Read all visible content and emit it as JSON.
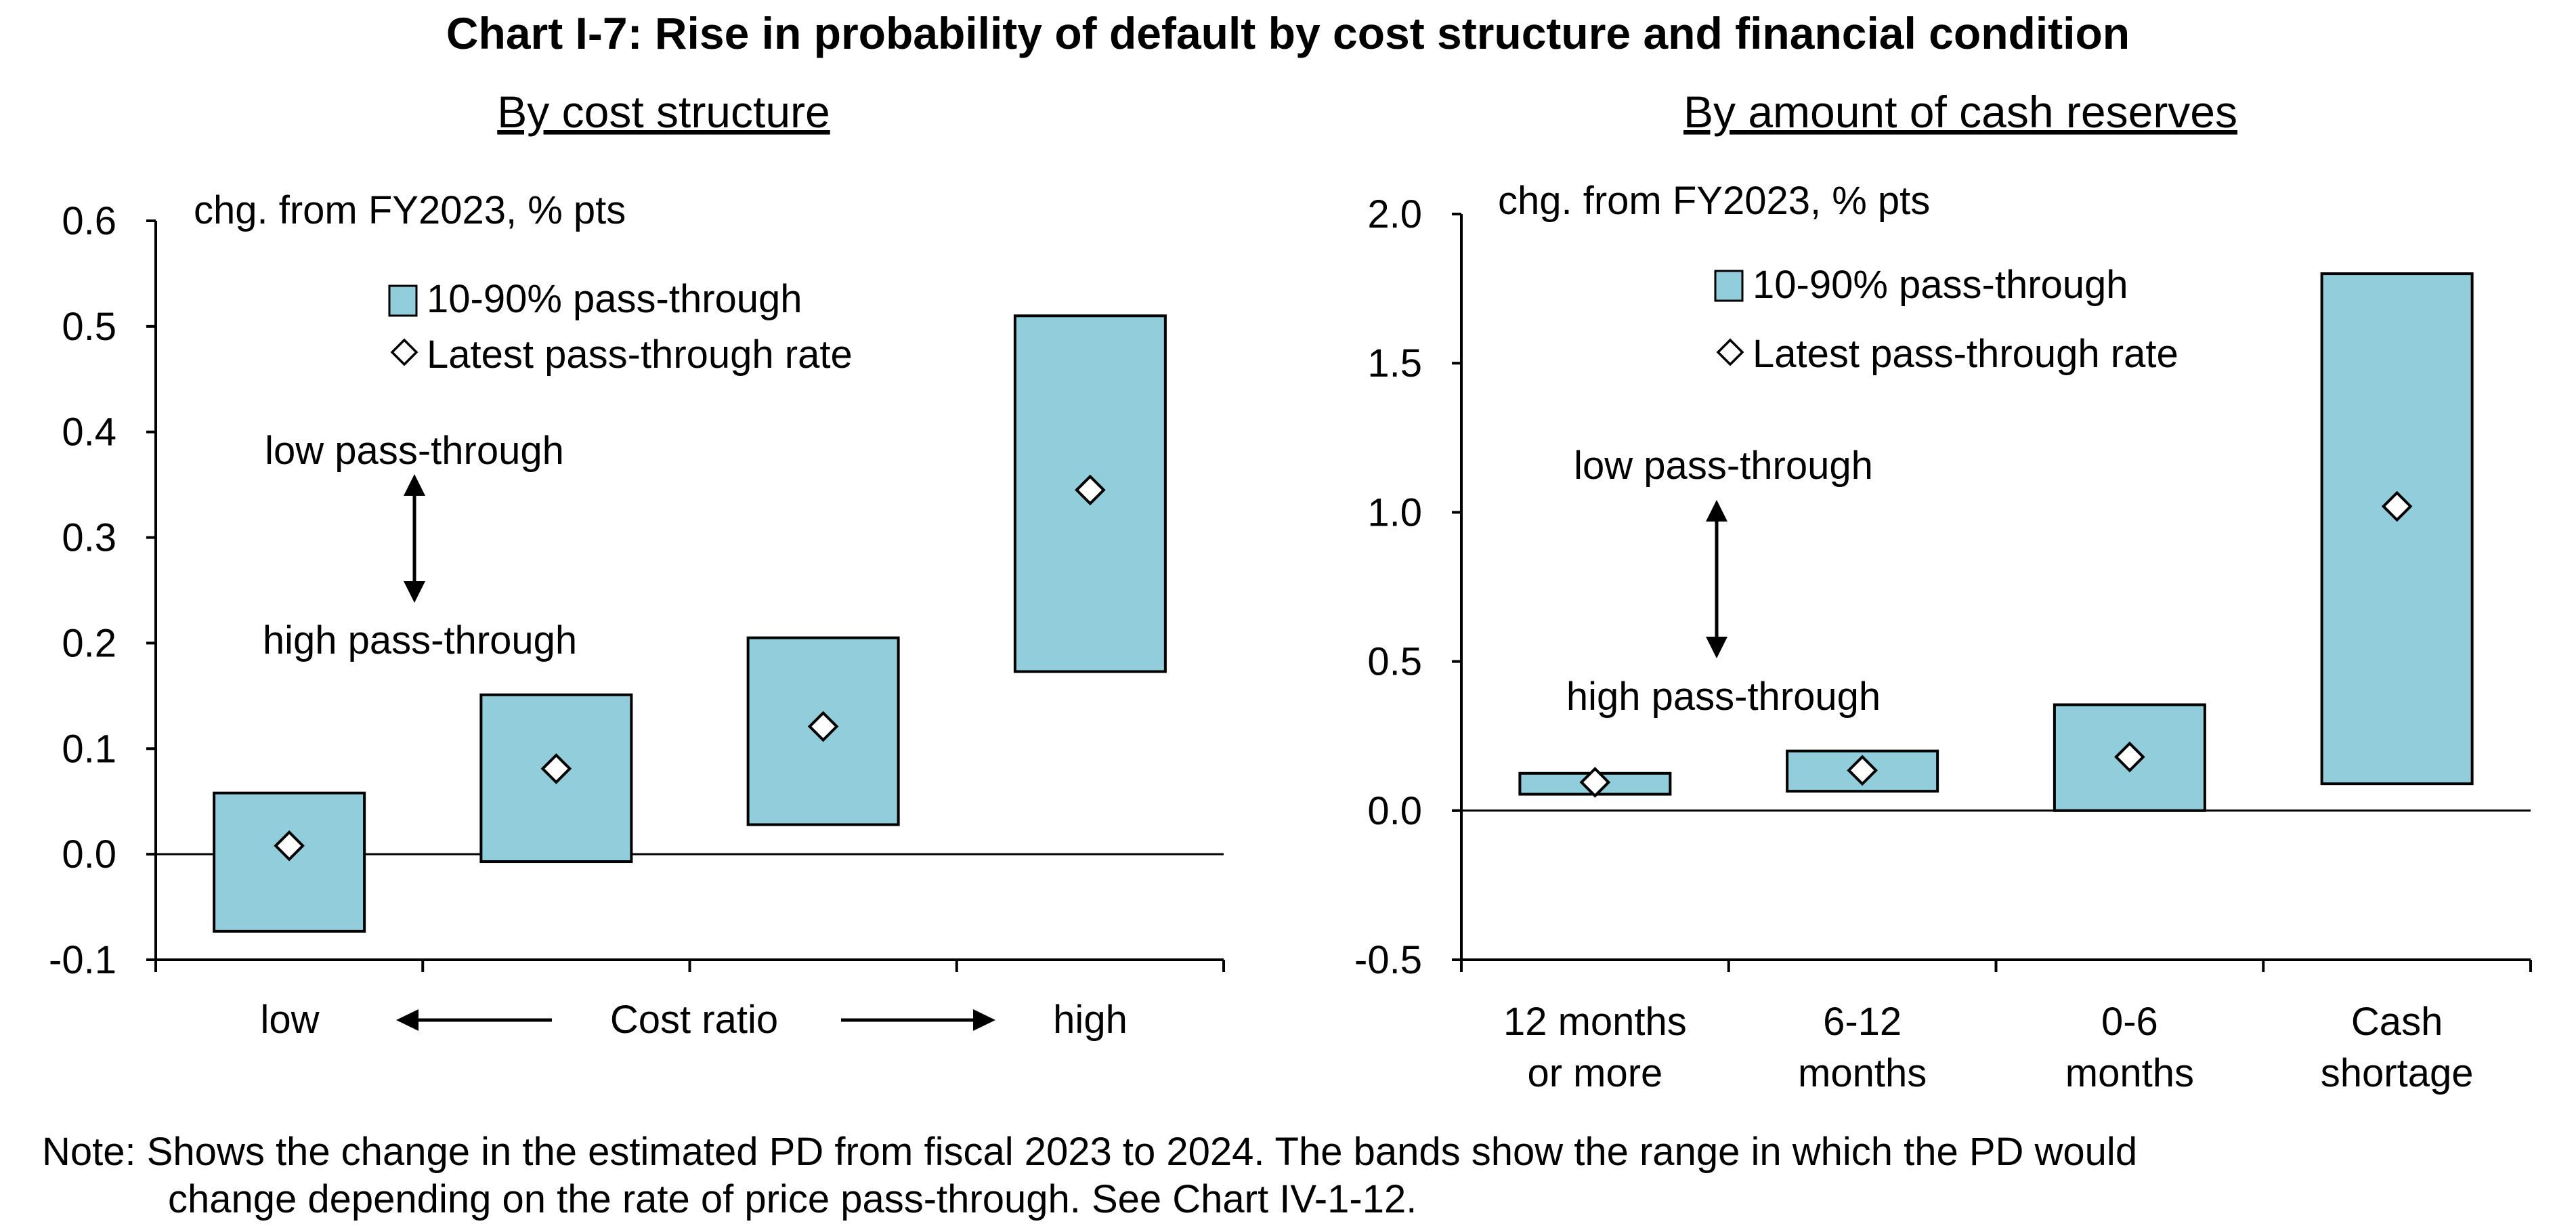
{
  "title": "Chart I-7: Rise in probability of default by cost structure and financial condition",
  "note_line1": "Note: Shows the change in the estimated PD from fiscal 2023 to 2024. The bands show the range in which the PD would",
  "note_line2": "change depending on the rate of price pass-through. See Chart IV-1-12.",
  "colors": {
    "band_fill": "#92CDDC",
    "band_stroke": "#000000",
    "marker_fill": "#ffffff"
  },
  "chart_data": [
    {
      "type": "bar",
      "subtitle": "By cost structure",
      "unit_label": "chg. from FY2023, % pts",
      "legend": {
        "band": "10-90% pass-through",
        "marker": "Latest pass-through rate",
        "placement": "top-center"
      },
      "annotation_top": "low pass-through",
      "annotation_bottom": "high pass-through",
      "ylim": [
        -0.1,
        0.6
      ],
      "yticks": [
        -0.1,
        0.0,
        0.1,
        0.2,
        0.3,
        0.4,
        0.5,
        0.6
      ],
      "ytick_labels": [
        "-0.1",
        "0.0",
        "0.1",
        "0.2",
        "0.3",
        "0.4",
        "0.5",
        "0.6"
      ],
      "categories": [
        "",
        "",
        "",
        ""
      ],
      "x_axis": {
        "left_label": "low",
        "center_label": "Cost ratio",
        "right_label": "high"
      },
      "series": [
        {
          "name": "10-90% pass-through",
          "kind": "range",
          "low": [
            -0.073,
            -0.007,
            0.028,
            0.173
          ],
          "high": [
            0.058,
            0.151,
            0.205,
            0.51
          ]
        },
        {
          "name": "Latest pass-through rate",
          "kind": "marker",
          "values": [
            0.008,
            0.081,
            0.121,
            0.345
          ]
        }
      ]
    },
    {
      "type": "bar",
      "subtitle": "By amount of cash reserves",
      "unit_label": "chg. from FY2023, % pts",
      "legend": {
        "band": "10-90% pass-through",
        "marker": "Latest pass-through rate",
        "placement": "top-center"
      },
      "annotation_top": "low pass-through",
      "annotation_bottom": "high pass-through",
      "ylim": [
        -0.5,
        2.0
      ],
      "yticks": [
        -0.5,
        0.0,
        0.5,
        1.0,
        1.5,
        2.0
      ],
      "ytick_labels": [
        "-0.5",
        "0.0",
        "0.5",
        "1.0",
        "1.5",
        "2.0"
      ],
      "categories": [
        {
          "line1": "12 months",
          "line2": "or more"
        },
        {
          "line1": "6-12",
          "line2": "months"
        },
        {
          "line1": "0-6",
          "line2": "months"
        },
        {
          "line1": "Cash",
          "line2": "shortage"
        }
      ],
      "series": [
        {
          "name": "10-90% pass-through",
          "kind": "range",
          "low": [
            0.055,
            0.065,
            0.0,
            0.09
          ],
          "high": [
            0.125,
            0.2,
            0.355,
            1.8
          ]
        },
        {
          "name": "Latest pass-through rate",
          "kind": "marker",
          "values": [
            0.095,
            0.135,
            0.18,
            1.02
          ]
        }
      ]
    }
  ]
}
